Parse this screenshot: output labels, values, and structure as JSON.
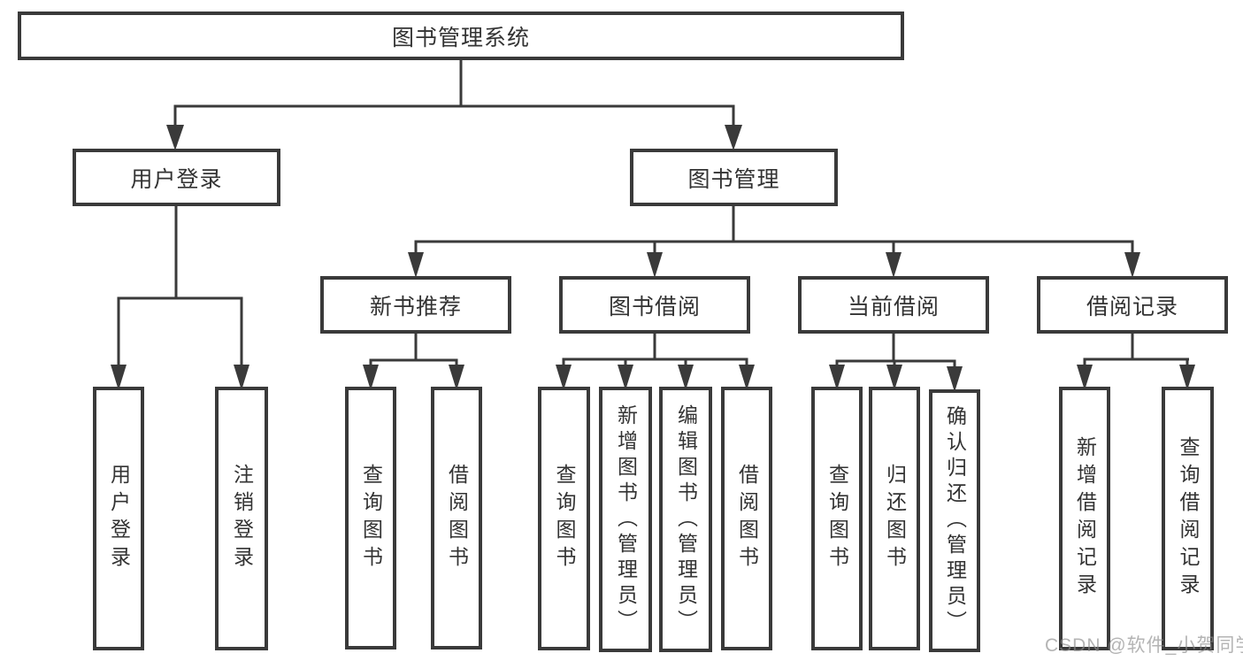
{
  "diagram_type": "hierarchy-tree",
  "colors": {
    "line": "#3a3a3a",
    "box_border": "#3a3a3a",
    "text": "#333333",
    "background": "#ffffff",
    "watermark_gray": "#8c8c8c"
  },
  "tree": {
    "label": "图书管理系统",
    "children": [
      {
        "label": "用户登录",
        "children": [
          {
            "label": "用户登录"
          },
          {
            "label": "注销登录"
          }
        ]
      },
      {
        "label": "图书管理",
        "children": [
          {
            "label": "新书推荐",
            "children": [
              {
                "label": "查询图书"
              },
              {
                "label": "借阅图书"
              }
            ]
          },
          {
            "label": "图书借阅",
            "children": [
              {
                "label": "查询图书"
              },
              {
                "label": "新增图书（管理员）"
              },
              {
                "label": "编辑图书（管理员）"
              },
              {
                "label": "借阅图书"
              }
            ]
          },
          {
            "label": "当前借阅",
            "children": [
              {
                "label": "查询图书"
              },
              {
                "label": "归还图书"
              },
              {
                "label": "确认归还（管理员）"
              }
            ]
          },
          {
            "label": "借阅记录",
            "children": [
              {
                "label": "新增借阅记录"
              },
              {
                "label": "查询借阅记录"
              }
            ]
          }
        ]
      }
    ]
  },
  "watermark": {
    "text": "CSDN @软件_小贺同学"
  }
}
